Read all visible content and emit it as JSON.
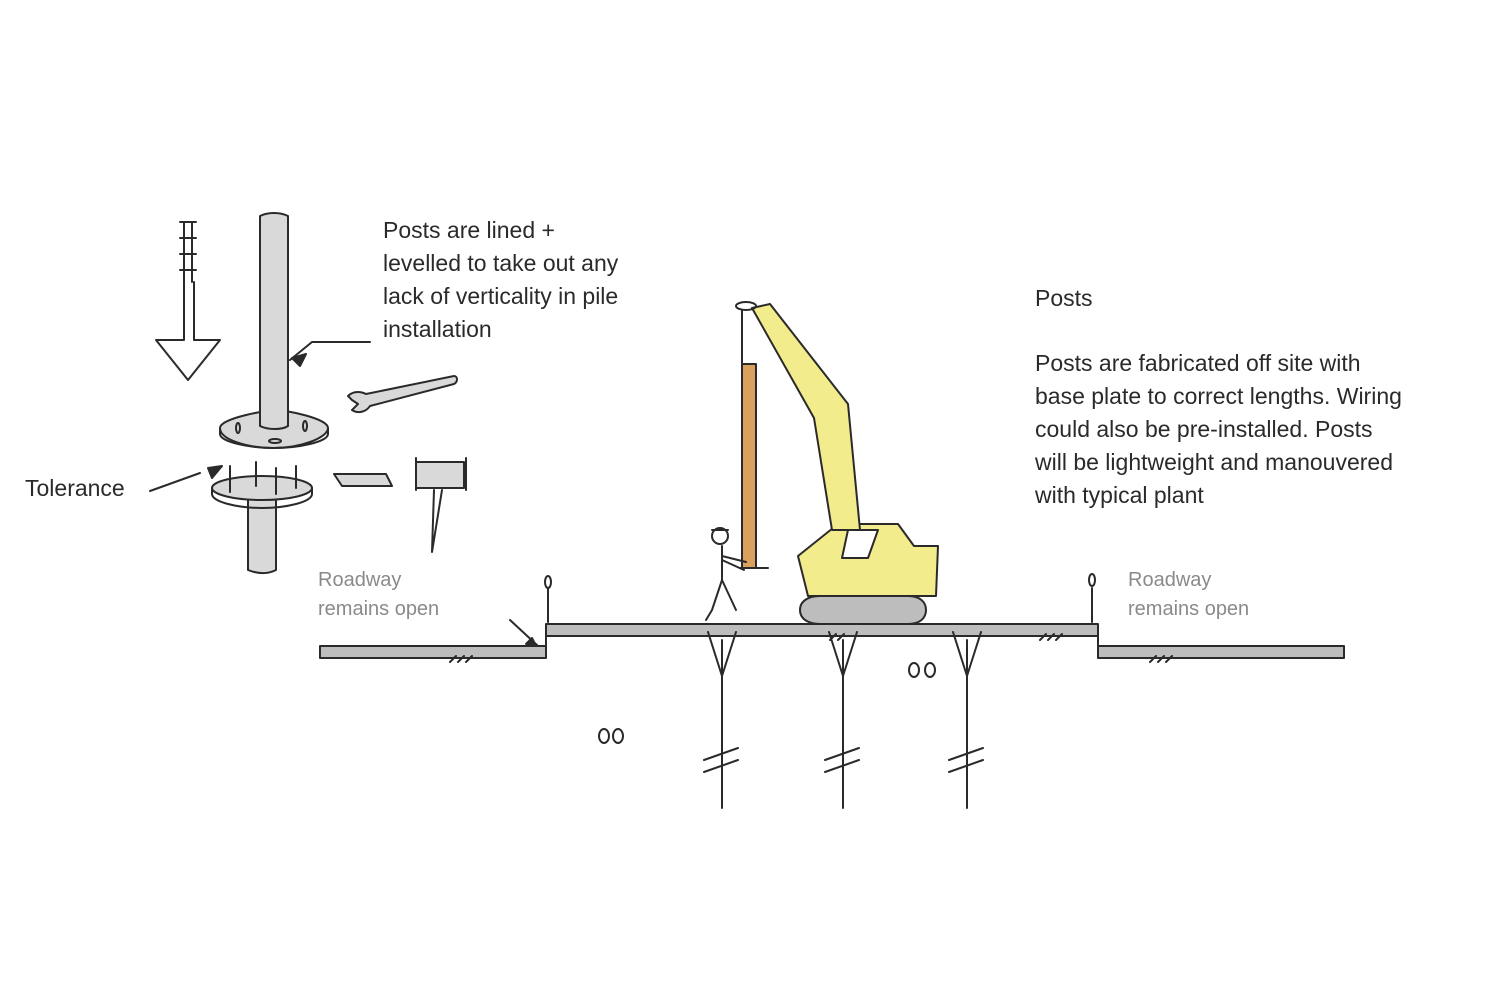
{
  "annotations": {
    "posts_lined": "Posts are lined +\nlevelled to take out any\nlack of verticality in pile\ninstallation",
    "tolerance": "Tolerance",
    "roadway_left": "Roadway\nremains open",
    "roadway_right": "Roadway\nremains open",
    "posts_heading": "Posts",
    "posts_body": "Posts are fabricated off site with\nbase plate to correct lengths. Wiring\ncould also be pre-installed. Posts\nwill be lightweight and manouvered\nwith typical plant"
  },
  "colors": {
    "excavator": "#f3ec8c",
    "post": "#d9a05e",
    "steel": "#d9d9d9",
    "ink": "#2a2a2a"
  }
}
